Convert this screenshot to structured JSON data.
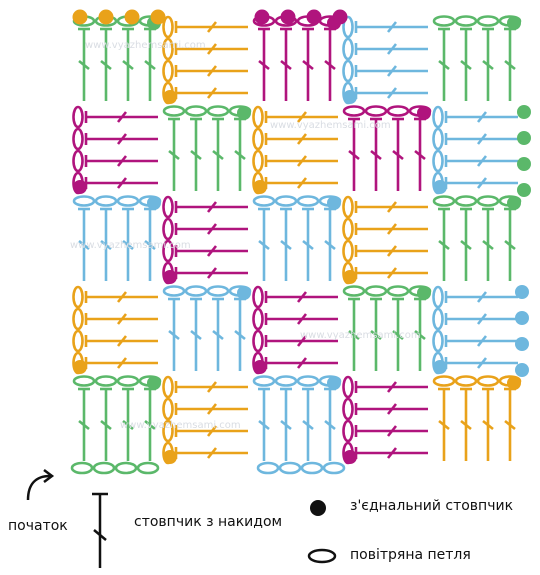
{
  "colors": {
    "green": "#5bb86a",
    "orange": "#e9a21a",
    "magenta": "#b0147d",
    "blue": "#6eb7de",
    "ink": "#111111"
  },
  "legend": {
    "start": "початок",
    "dc": "стовпчик з накидом",
    "slip_stitch": "з'єднальний стовпчик",
    "chain": "повітряна петля"
  },
  "watermark_text": "www.vyazhemsami.com",
  "icons": {
    "start": "curved-arrow-icon",
    "dc": "double-crochet-symbol-icon",
    "slip_stitch": "filled-dot-icon",
    "chain": "chain-oval-icon"
  },
  "grid": {
    "rows": 5,
    "cols": 5,
    "cells": [
      [
        "green",
        "orange",
        "magenta",
        "blue",
        "green"
      ],
      [
        "magenta",
        "green",
        "orange",
        "magenta",
        "blue"
      ],
      [
        "blue",
        "magenta",
        "blue",
        "orange",
        "green"
      ],
      [
        "orange",
        "blue",
        "magenta",
        "green",
        "blue"
      ],
      [
        "green",
        "orange",
        "blue",
        "magenta",
        "orange"
      ]
    ]
  }
}
